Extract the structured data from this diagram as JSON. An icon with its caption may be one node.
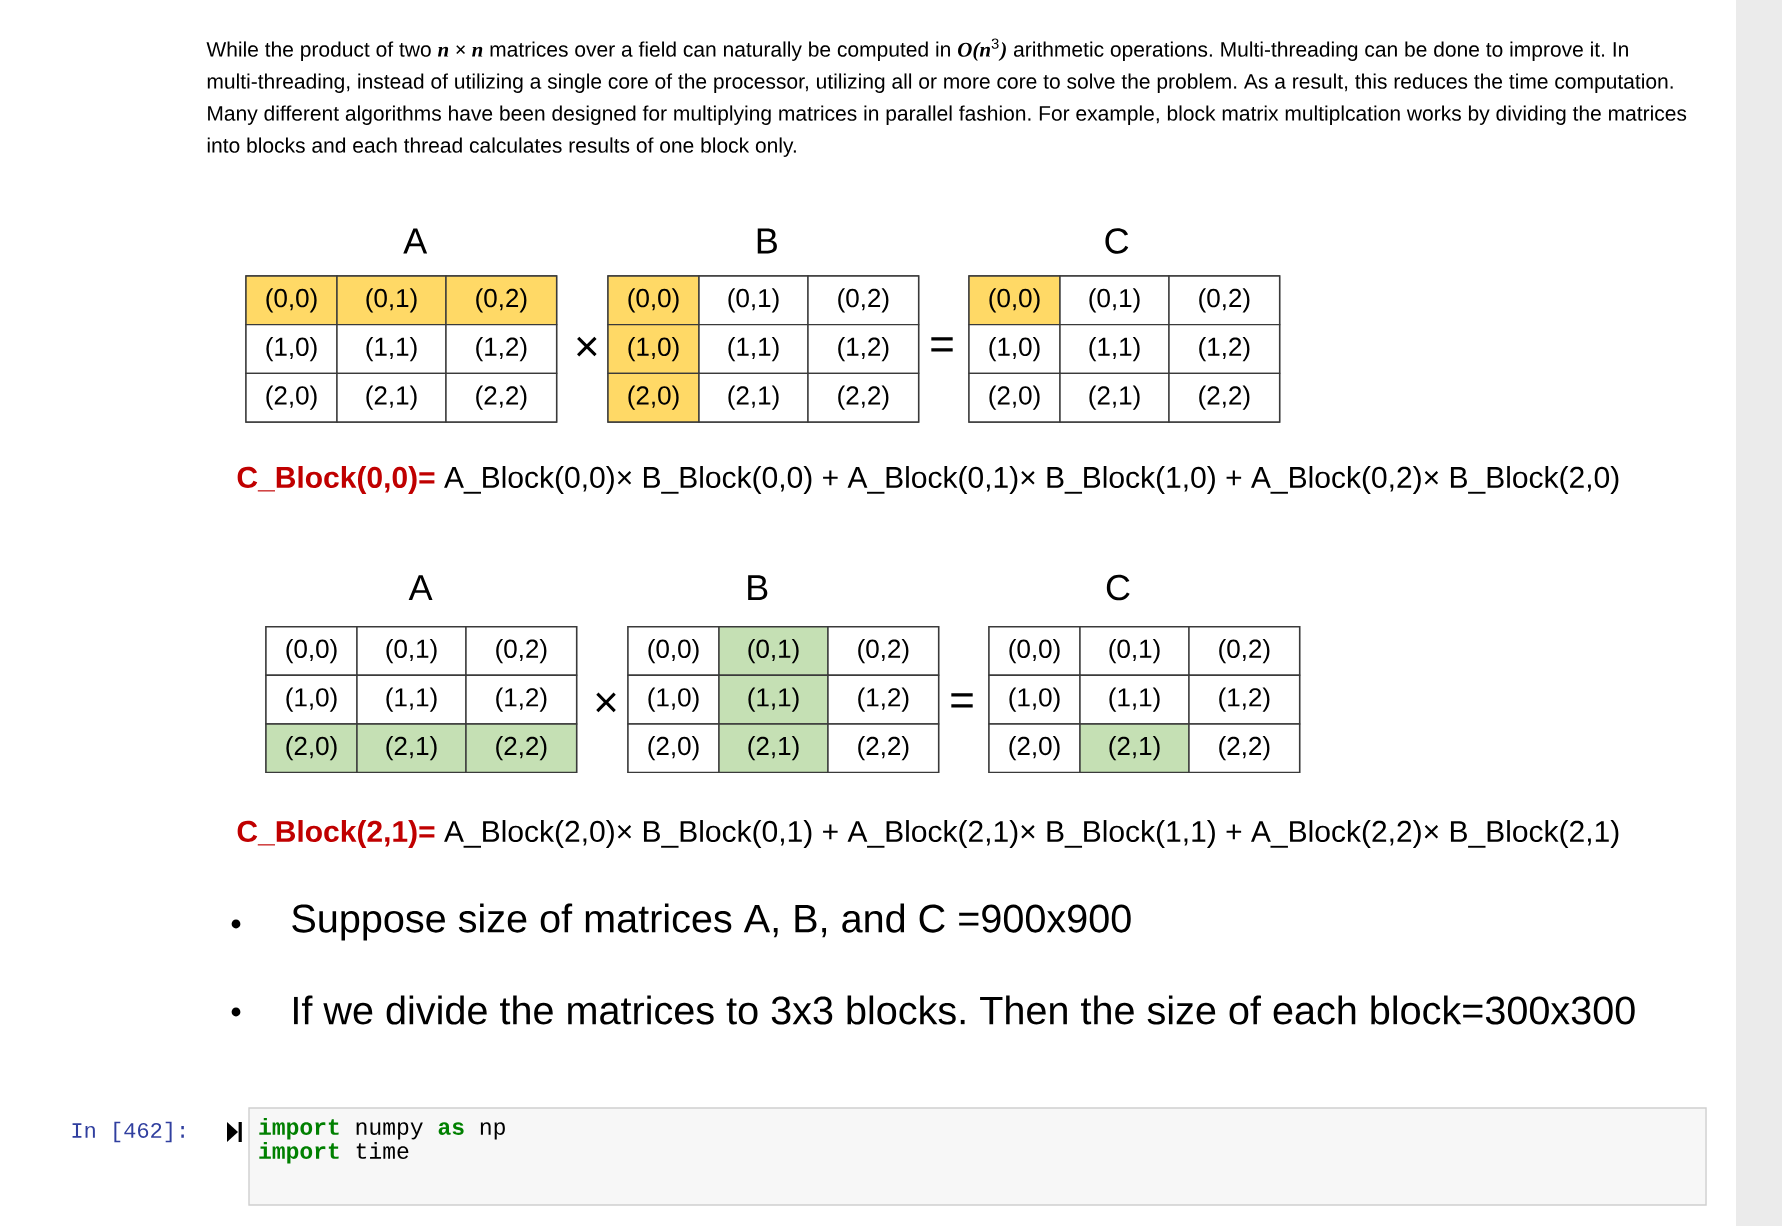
{
  "diagram": {
    "nodes": [
      {
        "text": [
          "A"
        ]
      },
      {
        "text": [
          "(0,0)"
        ],
        "in": 0
      },
      {
        "text": [
          "(0,1)"
        ],
        "in": 0
      },
      {
        "text": [
          "(0,2)"
        ],
        "in": 0
      },
      {
        "text": [
          "(1,0)"
        ],
        "in": 0
      },
      {
        "text": [
          "(1,1)"
        ],
        "in": 0
      },
      {
        "text": [
          "(1,2)"
        ],
        "in": 0
      },
      {
        "text": [
          "(2,0)"
        ],
        "in": 0
      },
      {
        "text": [
          "(2,1)"
        ],
        "in": 0
      },
      {
        "text": [
          "(2,2)"
        ],
        "in": 0
      },
      {
        "text": [
          "B"
        ]
      },
      {
        "text": [
          "(0,0)"
        ],
        "in": 10
      },
      {
        "text": [
          "(0,1)"
        ],
        "in": 10
      },
      {
        "text": [
          "(0,2)"
        ],
        "in": 10
      },
      {
        "text": [
          "(1,0)"
        ],
        "in": 10
      },
      {
        "text": [
          "(1,1)"
        ],
        "in": 10
      },
      {
        "text": [
          "(1,2)"
        ],
        "in": 10
      },
      {
        "text": [
          "(2,0)"
        ],
        "in": 10
      },
      {
        "text": [
          "(2,1)"
        ],
        "in": 10
      },
      {
        "text": [
          "(2,2)"
        ],
        "in": 10
      },
      {
        "text": [
          "C"
        ]
      },
      {
        "text": [
          "(0,0)"
        ],
        "in": 20
      },
      {
        "text": [
          "(0,1)"
        ],
        "in": 20
      },
      {
        "text": [
          "(0,2)"
        ],
        "in": 20
      },
      {
        "text": [
          "(1,0)"
        ],
        "in": 20
      },
      {
        "text": [
          "(1,1)"
        ],
        "in": 20
      },
      {
        "text": [
          "(1,2)"
        ],
        "in": 20
      },
      {
        "text": [
          "(2,0)"
        ],
        "in": 20
      },
      {
        "text": [
          "(2,1)"
        ],
        "in": 20
      },
      {
        "text": [
          "(2,2)"
        ],
        "in": 20
      },
      {
        "text": [
          "A"
        ]
      },
      {
        "text": [
          "(0,0)"
        ],
        "in": 30
      },
      {
        "text": [
          "(0,1)"
        ],
        "in": 30
      },
      {
        "text": [
          "(0,2)"
        ],
        "in": 30
      },
      {
        "text": [
          "(1,0)"
        ],
        "in": 30
      },
      {
        "text": [
          "(1,1)"
        ],
        "in": 30
      },
      {
        "text": [
          "(1,2)"
        ],
        "in": 30
      },
      {
        "text": [
          "(2,0)"
        ],
        "in": 30
      },
      {
        "text": [
          "(2,1)"
        ],
        "in": 30
      },
      {
        "text": [
          "(2,2)"
        ],
        "in": 30
      },
      {
        "text": [
          "B"
        ]
      },
      {
        "text": [
          "(0,0)"
        ],
        "in": 40
      },
      {
        "text": [
          "(0,1)"
        ],
        "in": 40
      },
      {
        "text": [
          "(0,2)"
        ],
        "in": 40
      },
      {
        "text": [
          "(1,0)"
        ],
        "in": 40
      },
      {
        "text": [
          "(1,1)"
        ],
        "in": 40
      },
      {
        "text": [
          "(1,2)"
        ],
        "in": 40
      },
      {
        "text": [
          "(2,0)"
        ],
        "in": 40
      },
      {
        "text": [
          "(2,1)"
        ],
        "in": 40
      },
      {
        "text": [
          "(2,2)"
        ],
        "in": 40
      },
      {
        "text": [
          "C"
        ]
      },
      {
        "text": [
          "(0,0)"
        ],
        "in": 50
      },
      {
        "text": [
          "(0,1)"
        ],
        "in": 50
      },
      {
        "text": [
          "(0,2)"
        ],
        "in": 50
      },
      {
        "text": [
          "(1,0)"
        ],
        "in": 50
      },
      {
        "text": [
          "(1,1)"
        ],
        "in": 50
      },
      {
        "text": [
          "(1,2)"
        ],
        "in": 50
      },
      {
        "text": [
          "(2,0)"
        ],
        "in": 50
      },
      {
        "text": [
          "(2,1)"
        ],
        "in": 50
      },
      {
        "text": [
          "(2,2)"
        ],
        "in": 50
      },
      {
        "text": [
          "**import** numpy **as** np",
          "**import** time"
        ]
      }
    ],
    "labels": [
      "While the product of two **n × n** matrices over a field can naturally be computed in **O(n**$^{3}$**)** arithmetic operations. Multi-threading can be done to improve it. In multi-threading, instead of utilizing a single core of the processor, utilizing all or more core to solve the problem. As a result, this reduces the time computation. Many different algorithms have been designed for multiplying matrices in parallel fashion. For example, block matrix multiplcation works by dividing the matrices into blocks and each thread calculates results of one block only.",
      "×",
      "=",
      "**C_Block(0,0)=** A_Block(0,0)× B_Block(0,0) + A_Block(0,1)× B_Block(1,0) + A_Block(0,2)× B_Block(2,0)",
      "×",
      "=",
      "**C_Block(2,1)=** A_Block(2,0)× B_Block(0,1) + A_Block(2,1)× B_Block(1,1) + A_Block(2,2)× B_Block(2,1)",
      "Suppose size of matrices A, B, and C =900x900",
      "If we divide the matrices to 3x3 blocks. Then the size of each block=300x300",
      "In [462]:"
    ]
  }
}
